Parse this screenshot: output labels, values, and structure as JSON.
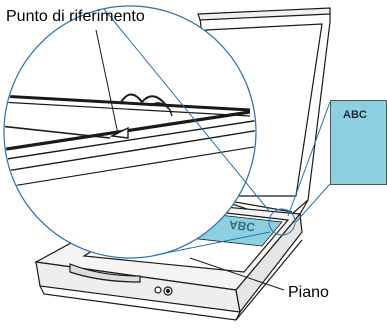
{
  "labels": {
    "reference_point": "Punto di riferimento",
    "glass": "Piano"
  },
  "document": {
    "text": "ABC",
    "mirrored_text": "ABC",
    "color": "#8ccfe0"
  },
  "colors": {
    "leader_lines": "#2a6fb0",
    "outline": "#1a1a1a",
    "document_fill": "#8ccfe0",
    "body_fill": "#f4f4f4"
  }
}
